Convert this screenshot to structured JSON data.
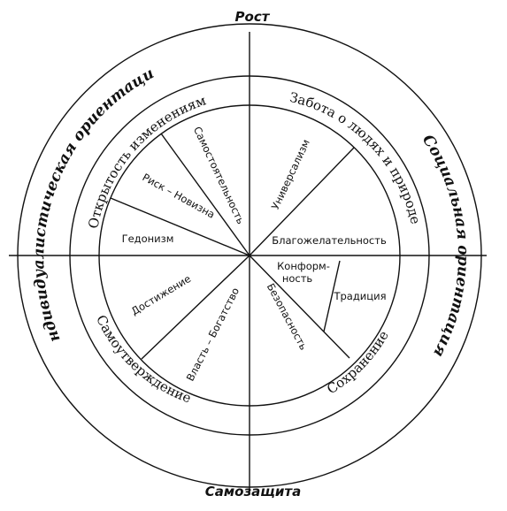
{
  "axes": {
    "top": "Рост",
    "bottom": "Самозащита"
  },
  "outer_ring": {
    "left": "Индивидуалистическая ориентация",
    "right": "Социальная ориентация"
  },
  "middle_ring": {
    "openness": "Открытость изменениям",
    "self_transcendence": "Забота о людях и природе",
    "self_enhancement": "Самоутверждение",
    "conservation": "Сохранение"
  },
  "values": {
    "self_direction": "Самостоятельность",
    "stimulation": "Риск – Новизна",
    "hedonism": "Гедонизм",
    "universalism": "Универсализм",
    "benevolence": "Благожелательность",
    "conformity_line1": "Конформ-",
    "conformity_line2": "ность",
    "tradition": "Традиция",
    "security": "Безопасность",
    "power": "Власть – Богатство",
    "achievement": "Достижение"
  },
  "colors": {
    "ink": "#111111",
    "background": "#ffffff"
  }
}
